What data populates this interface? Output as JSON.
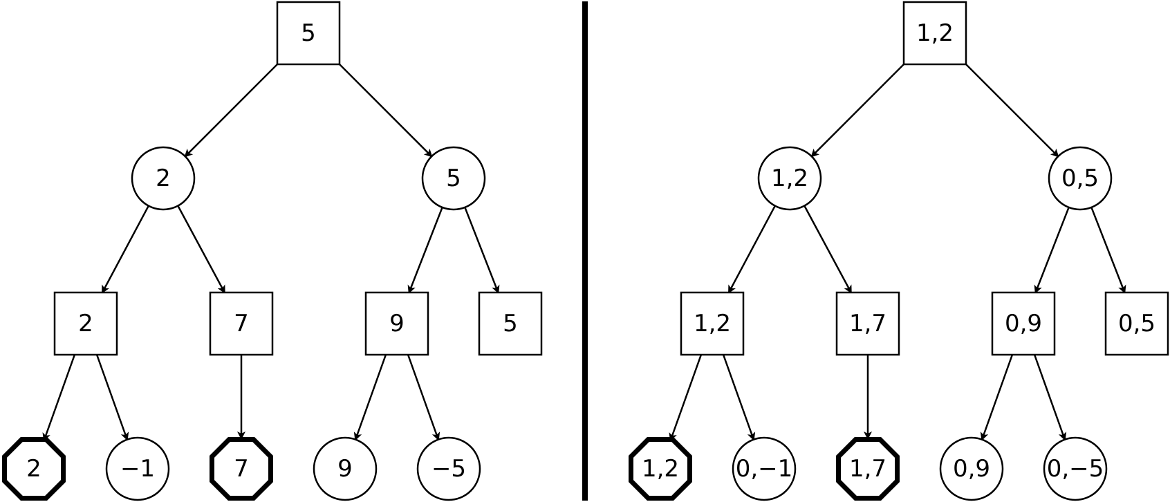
{
  "trees": [
    {
      "name": "left-tree",
      "nodes": [
        {
          "id": "a0",
          "label": "5",
          "shape": "square"
        },
        {
          "id": "a1",
          "label": "2",
          "shape": "circle"
        },
        {
          "id": "a2",
          "label": "5",
          "shape": "circle"
        },
        {
          "id": "a3",
          "label": "2",
          "shape": "square"
        },
        {
          "id": "a4",
          "label": "7",
          "shape": "square"
        },
        {
          "id": "a5",
          "label": "9",
          "shape": "square"
        },
        {
          "id": "a6",
          "label": "5",
          "shape": "square"
        },
        {
          "id": "a7",
          "label": "2",
          "shape": "octagon"
        },
        {
          "id": "a8",
          "label": "−1",
          "shape": "circle"
        },
        {
          "id": "a9",
          "label": "7",
          "shape": "octagon"
        },
        {
          "id": "a10",
          "label": "9",
          "shape": "circle"
        },
        {
          "id": "a11",
          "label": "−5",
          "shape": "circle"
        }
      ],
      "edges": [
        [
          "a0",
          "a1"
        ],
        [
          "a0",
          "a2"
        ],
        [
          "a1",
          "a3"
        ],
        [
          "a1",
          "a4"
        ],
        [
          "a2",
          "a5"
        ],
        [
          "a2",
          "a6"
        ],
        [
          "a3",
          "a7"
        ],
        [
          "a3",
          "a8"
        ],
        [
          "a4",
          "a9"
        ],
        [
          "a5",
          "a10"
        ],
        [
          "a5",
          "a11"
        ]
      ]
    },
    {
      "name": "right-tree",
      "nodes": [
        {
          "id": "b0",
          "label": "1,2",
          "shape": "square"
        },
        {
          "id": "b1",
          "label": "1,2",
          "shape": "circle"
        },
        {
          "id": "b2",
          "label": "0,5",
          "shape": "circle"
        },
        {
          "id": "b3",
          "label": "1,2",
          "shape": "square"
        },
        {
          "id": "b4",
          "label": "1,7",
          "shape": "square"
        },
        {
          "id": "b5",
          "label": "0,9",
          "shape": "square"
        },
        {
          "id": "b6",
          "label": "0,5",
          "shape": "square"
        },
        {
          "id": "b7",
          "label": "1,2",
          "shape": "octagon"
        },
        {
          "id": "b8",
          "label": "0,−1",
          "shape": "circle"
        },
        {
          "id": "b9",
          "label": "1,7",
          "shape": "octagon"
        },
        {
          "id": "b10",
          "label": "0,9",
          "shape": "circle"
        },
        {
          "id": "b11",
          "label": "0,−5",
          "shape": "circle"
        }
      ],
      "edges": [
        [
          "b0",
          "b1"
        ],
        [
          "b0",
          "b2"
        ],
        [
          "b1",
          "b3"
        ],
        [
          "b1",
          "b4"
        ],
        [
          "b2",
          "b5"
        ],
        [
          "b2",
          "b6"
        ],
        [
          "b3",
          "b7"
        ],
        [
          "b3",
          "b8"
        ],
        [
          "b4",
          "b9"
        ],
        [
          "b5",
          "b10"
        ],
        [
          "b5",
          "b11"
        ]
      ]
    }
  ],
  "colors": {
    "stroke": "#000000",
    "fill": "#ffffff"
  }
}
